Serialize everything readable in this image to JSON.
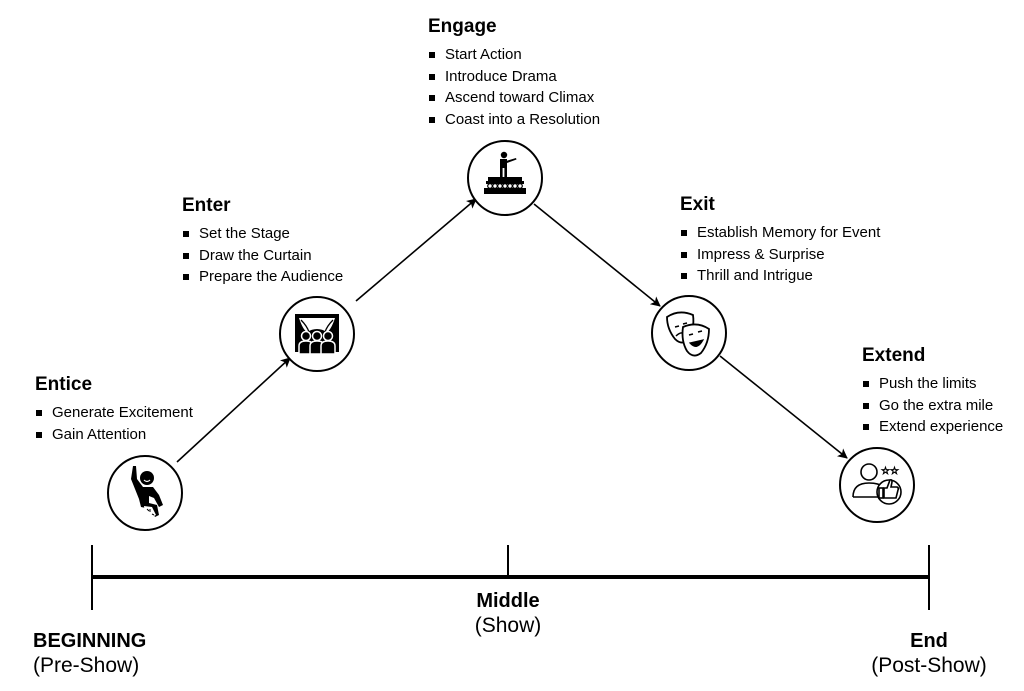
{
  "stages": [
    {
      "id": "entice",
      "title": "Entice",
      "icon": "excited-person-icon",
      "bullets": [
        "Generate Excitement",
        "Gain Attention"
      ]
    },
    {
      "id": "enter",
      "title": "Enter",
      "icon": "theater-curtain-audience-icon",
      "bullets": [
        "Set the Stage",
        "Draw the Curtain",
        "Prepare the Audience"
      ]
    },
    {
      "id": "engage",
      "title": "Engage",
      "icon": "performer-on-stage-icon",
      "bullets": [
        "Start Action",
        "Introduce Drama",
        "Ascend toward Climax",
        "Coast into a Resolution"
      ]
    },
    {
      "id": "exit",
      "title": "Exit",
      "icon": "theater-masks-icon",
      "bullets": [
        "Establish Memory for Event",
        "Impress & Surprise",
        "Thrill and Intrigue"
      ]
    },
    {
      "id": "extend",
      "title": "Extend",
      "icon": "user-thumbs-up-rating-icon",
      "bullets": [
        "Push the limits",
        "Go the extra mile",
        "Extend experience"
      ]
    }
  ],
  "timeline": {
    "beginning": {
      "label": "BEGINNING",
      "sub": "(Pre-Show)"
    },
    "middle": {
      "label": "Middle",
      "sub": "(Show)"
    },
    "end": {
      "label": "End",
      "sub": "(Post-Show)"
    }
  },
  "colors": {
    "ink": "#000000",
    "background": "#ffffff"
  }
}
